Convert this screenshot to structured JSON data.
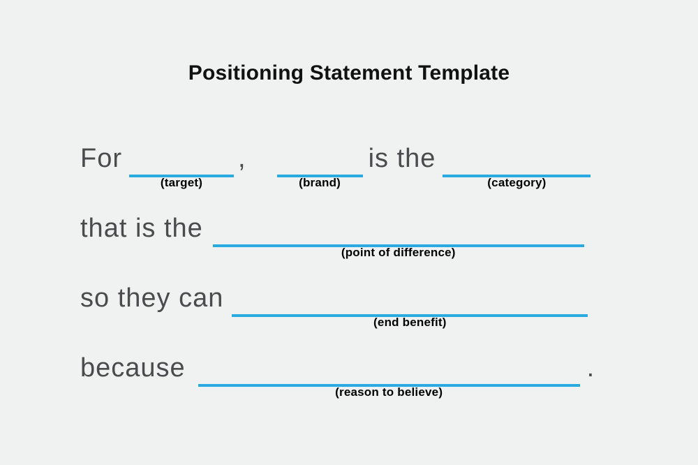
{
  "title": "Positioning Statement Template",
  "colors": {
    "background": "#f0f1f1",
    "accent_line": "#29abe2",
    "statement_text": "#4b4b4d",
    "label_text": "#000000",
    "title_text": "#111111"
  },
  "line1": {
    "for_text": "For",
    "comma": ",",
    "is_the_text": "is the",
    "target_label": "(target)",
    "brand_label": "(brand)",
    "category_label": "(category)"
  },
  "line2": {
    "text": "that is the",
    "label": "(point of difference)"
  },
  "line3": {
    "text": "so they can",
    "label": "(end benefit)"
  },
  "line4": {
    "text": "because",
    "period": ".",
    "label": "(reason to believe)"
  }
}
